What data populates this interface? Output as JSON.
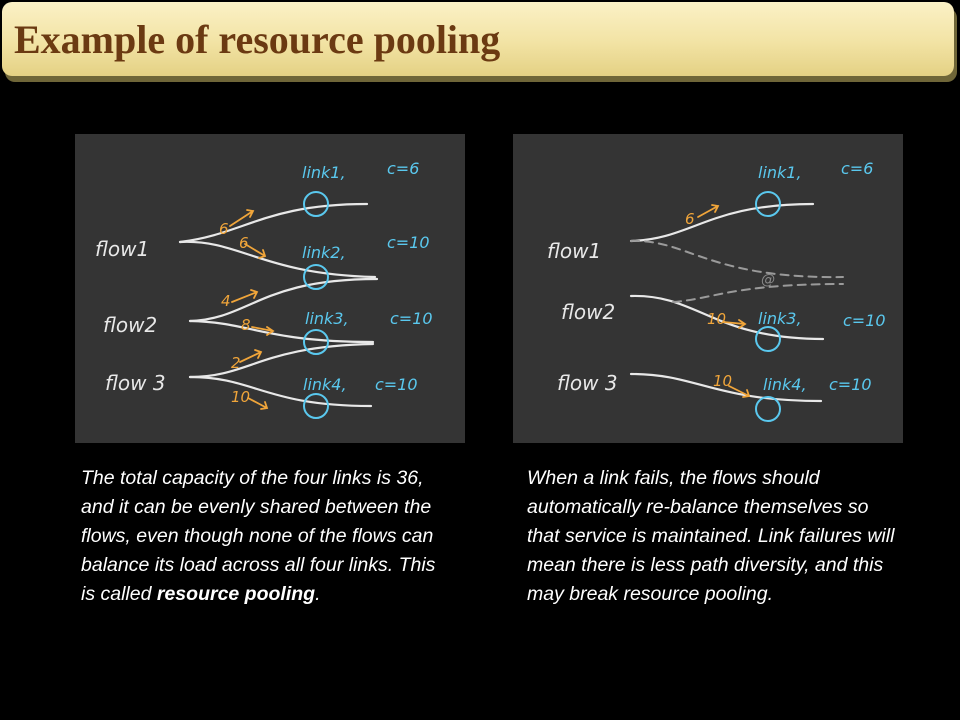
{
  "slide": {
    "title": "Example of resource pooling"
  },
  "left_diagram": {
    "flows": [
      "flow1",
      "flow2",
      "flow 3"
    ],
    "links": [
      "link1,",
      "link2,",
      "link3,",
      "link4,"
    ],
    "capacities": [
      "c=6",
      "c=10",
      "c=10",
      "c=10"
    ],
    "allocations": [
      "6",
      "6",
      "4",
      "8",
      "2",
      "10"
    ]
  },
  "right_diagram": {
    "flows": [
      "flow1",
      "flow2",
      "flow 3"
    ],
    "links": [
      "link1,",
      "link3,",
      "link4,"
    ],
    "capacities": [
      "c=6",
      "c=10",
      "c=10"
    ],
    "allocations": [
      "6",
      "10",
      "10"
    ],
    "failed_link_mark": "@"
  },
  "captions": {
    "left_text": "The total capacity of the four links is 36, and it can be evenly shared between the flows, even though none of the flows can balance its load across all four links. This is called ",
    "left_bold": "resource pooling",
    "left_end": ".",
    "right_text": "When a link fails, the flows should automatically re-balance themselves so that service is maintained. Link failures will mean there is less path diversity, and this may break resource pooling."
  },
  "colors": {
    "title_text": "#6b3a12",
    "board": "#343434",
    "chalk_white": "#e8e8e8",
    "chalk_blue": "#5ac8ee",
    "chalk_orange": "#f0a53a"
  }
}
